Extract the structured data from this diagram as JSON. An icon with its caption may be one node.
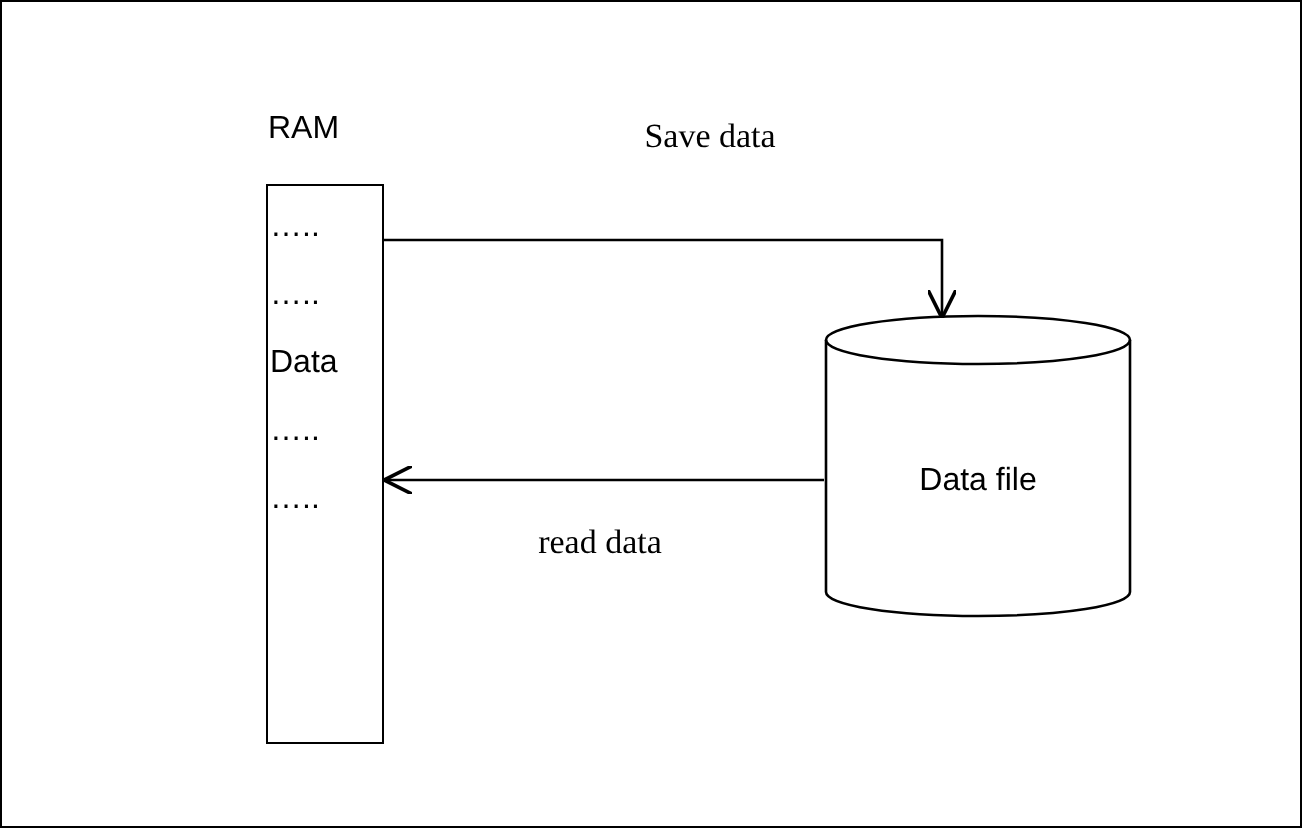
{
  "diagram": {
    "nodes": [
      {
        "text": [
          "RAM",
          "…..",
          "…..",
          "Data",
          "…..",
          "….."
        ]
      },
      {
        "text": [
          "Data file"
        ]
      }
    ],
    "edges": [
      {
        "from": 0,
        "to": 1,
        "label": "Save data",
        "arrow": "to"
      },
      {
        "from": 1,
        "to": 0,
        "label": "read data",
        "arrow": "to"
      }
    ]
  }
}
